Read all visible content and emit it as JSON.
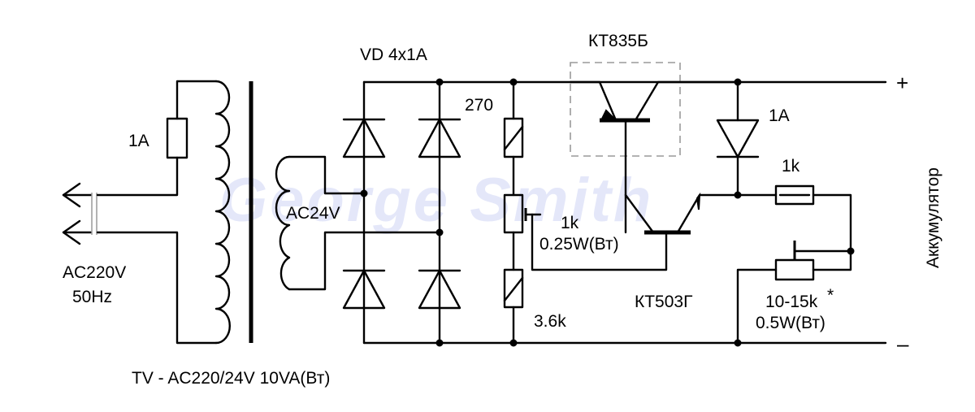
{
  "watermark": "George Smith",
  "labels": {
    "fuse_primary": "1A",
    "mains_voltage": "AC220V",
    "mains_freq": "50Hz",
    "secondary_voltage": "AC24V",
    "transformer": "TV - AC220/24V 10VA(Вт)",
    "bridge": "VD 4x1A",
    "r_top": "270",
    "pot_value": "1k",
    "pot_power": "0.25W(Вт)",
    "r_bottom": "3.6k",
    "transistor_power": "КТ835Б",
    "transistor_driver": "КТ503Г",
    "diode_out": "1A",
    "r_out": "1k",
    "pot_out_value": "10-15k",
    "pot_out_star": "*",
    "pot_out_power": "0.5W(Вт)",
    "battery": "Аккумулятор",
    "plus": "+",
    "minus": "–"
  }
}
